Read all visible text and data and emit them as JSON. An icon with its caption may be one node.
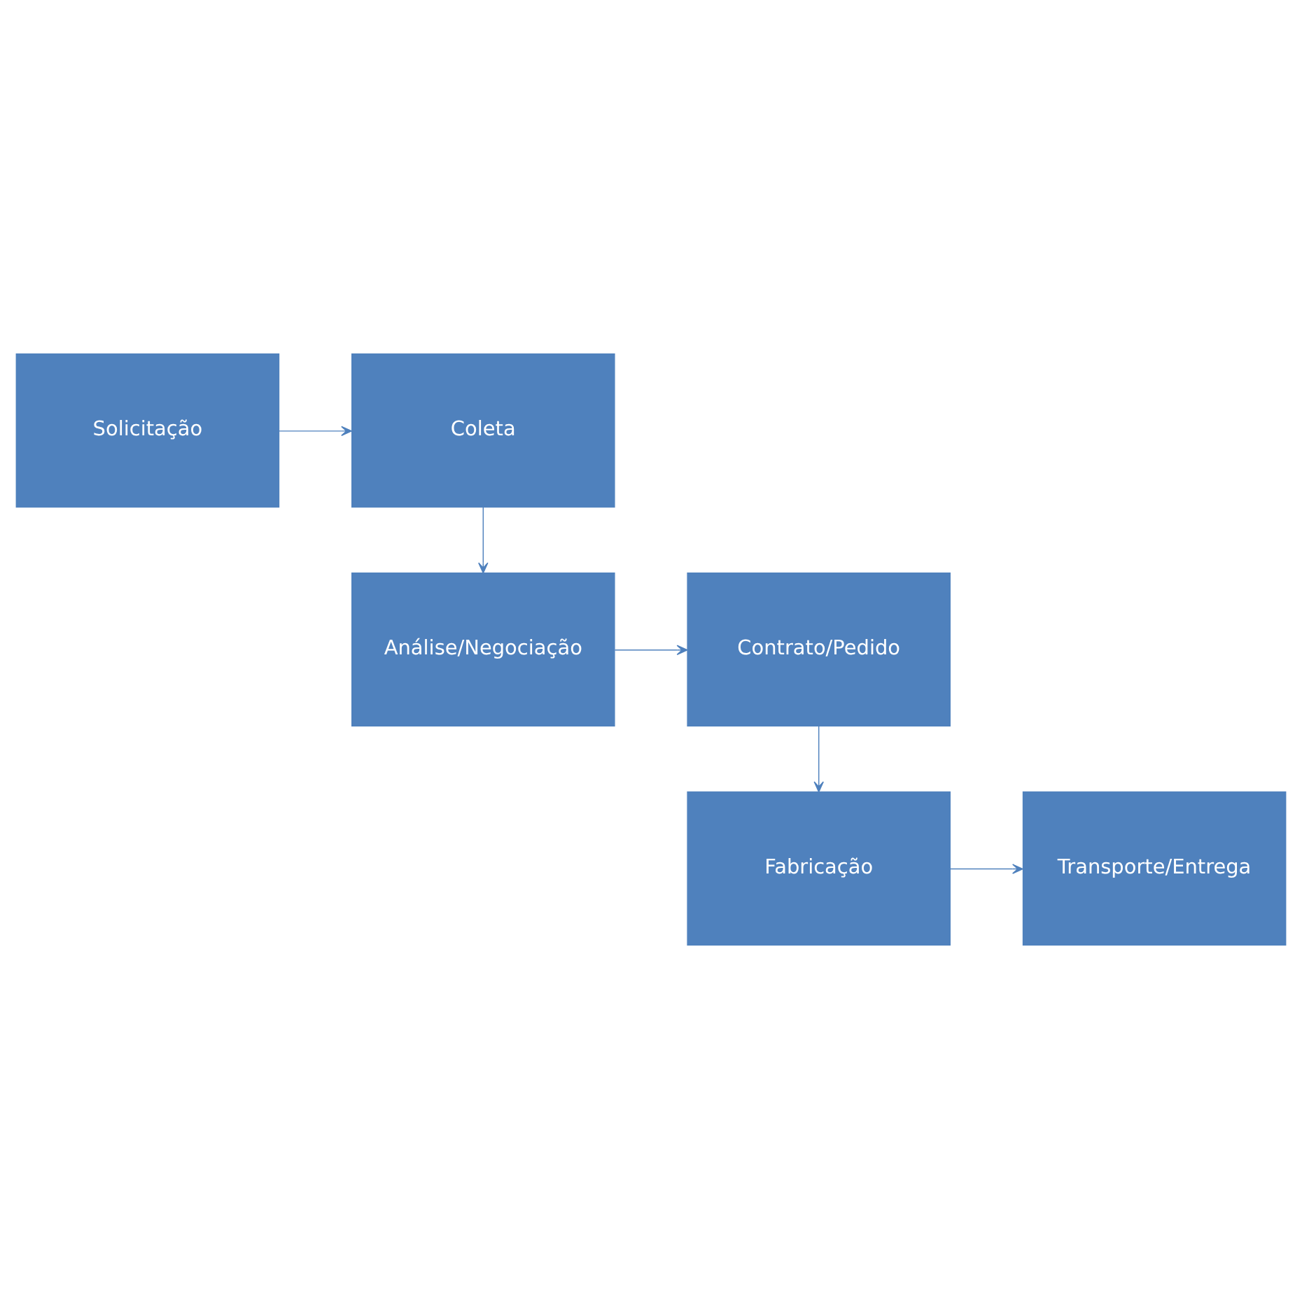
{
  "diagram": {
    "nodes": [
      {
        "text": [
          "Solicitação"
        ]
      },
      {
        "text": [
          "Coleta"
        ]
      },
      {
        "text": [
          "Análise/Negociação"
        ]
      },
      {
        "text": [
          "Contrato/Pedido"
        ]
      },
      {
        "text": [
          "Fabricação"
        ]
      },
      {
        "text": [
          "Transporte/Entrega"
        ]
      }
    ],
    "edges": [
      {
        "from": 0,
        "to": 1,
        "arrow": "to"
      },
      {
        "from": 1,
        "to": 2,
        "arrow": "to"
      },
      {
        "from": 2,
        "to": 3,
        "arrow": "to"
      },
      {
        "from": 3,
        "to": 4,
        "arrow": "to"
      },
      {
        "from": 4,
        "to": 5,
        "arrow": "to"
      }
    ]
  }
}
